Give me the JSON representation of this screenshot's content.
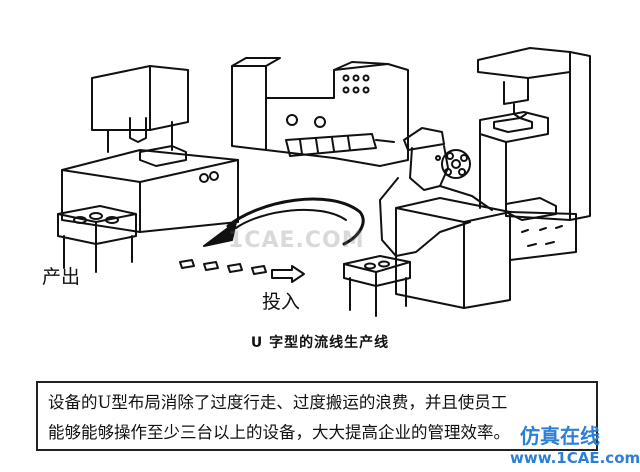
{
  "labels": {
    "output": "产出",
    "input": "投入",
    "caption": "U 字型的流线生产线"
  },
  "description": {
    "line1": "设备的U型布局消除了过度行走、过度搬运的浪费，并且使员工",
    "line2": "能够能够操作至少三台以上的设备，大大提高企业的管理效率。"
  },
  "watermarks": {
    "center": "1CAE.COM",
    "brand": "仿真在线",
    "url": "www.1CAE.com"
  },
  "colors": {
    "ink": "#111111",
    "watermark_blue": "#2b7fd6"
  }
}
